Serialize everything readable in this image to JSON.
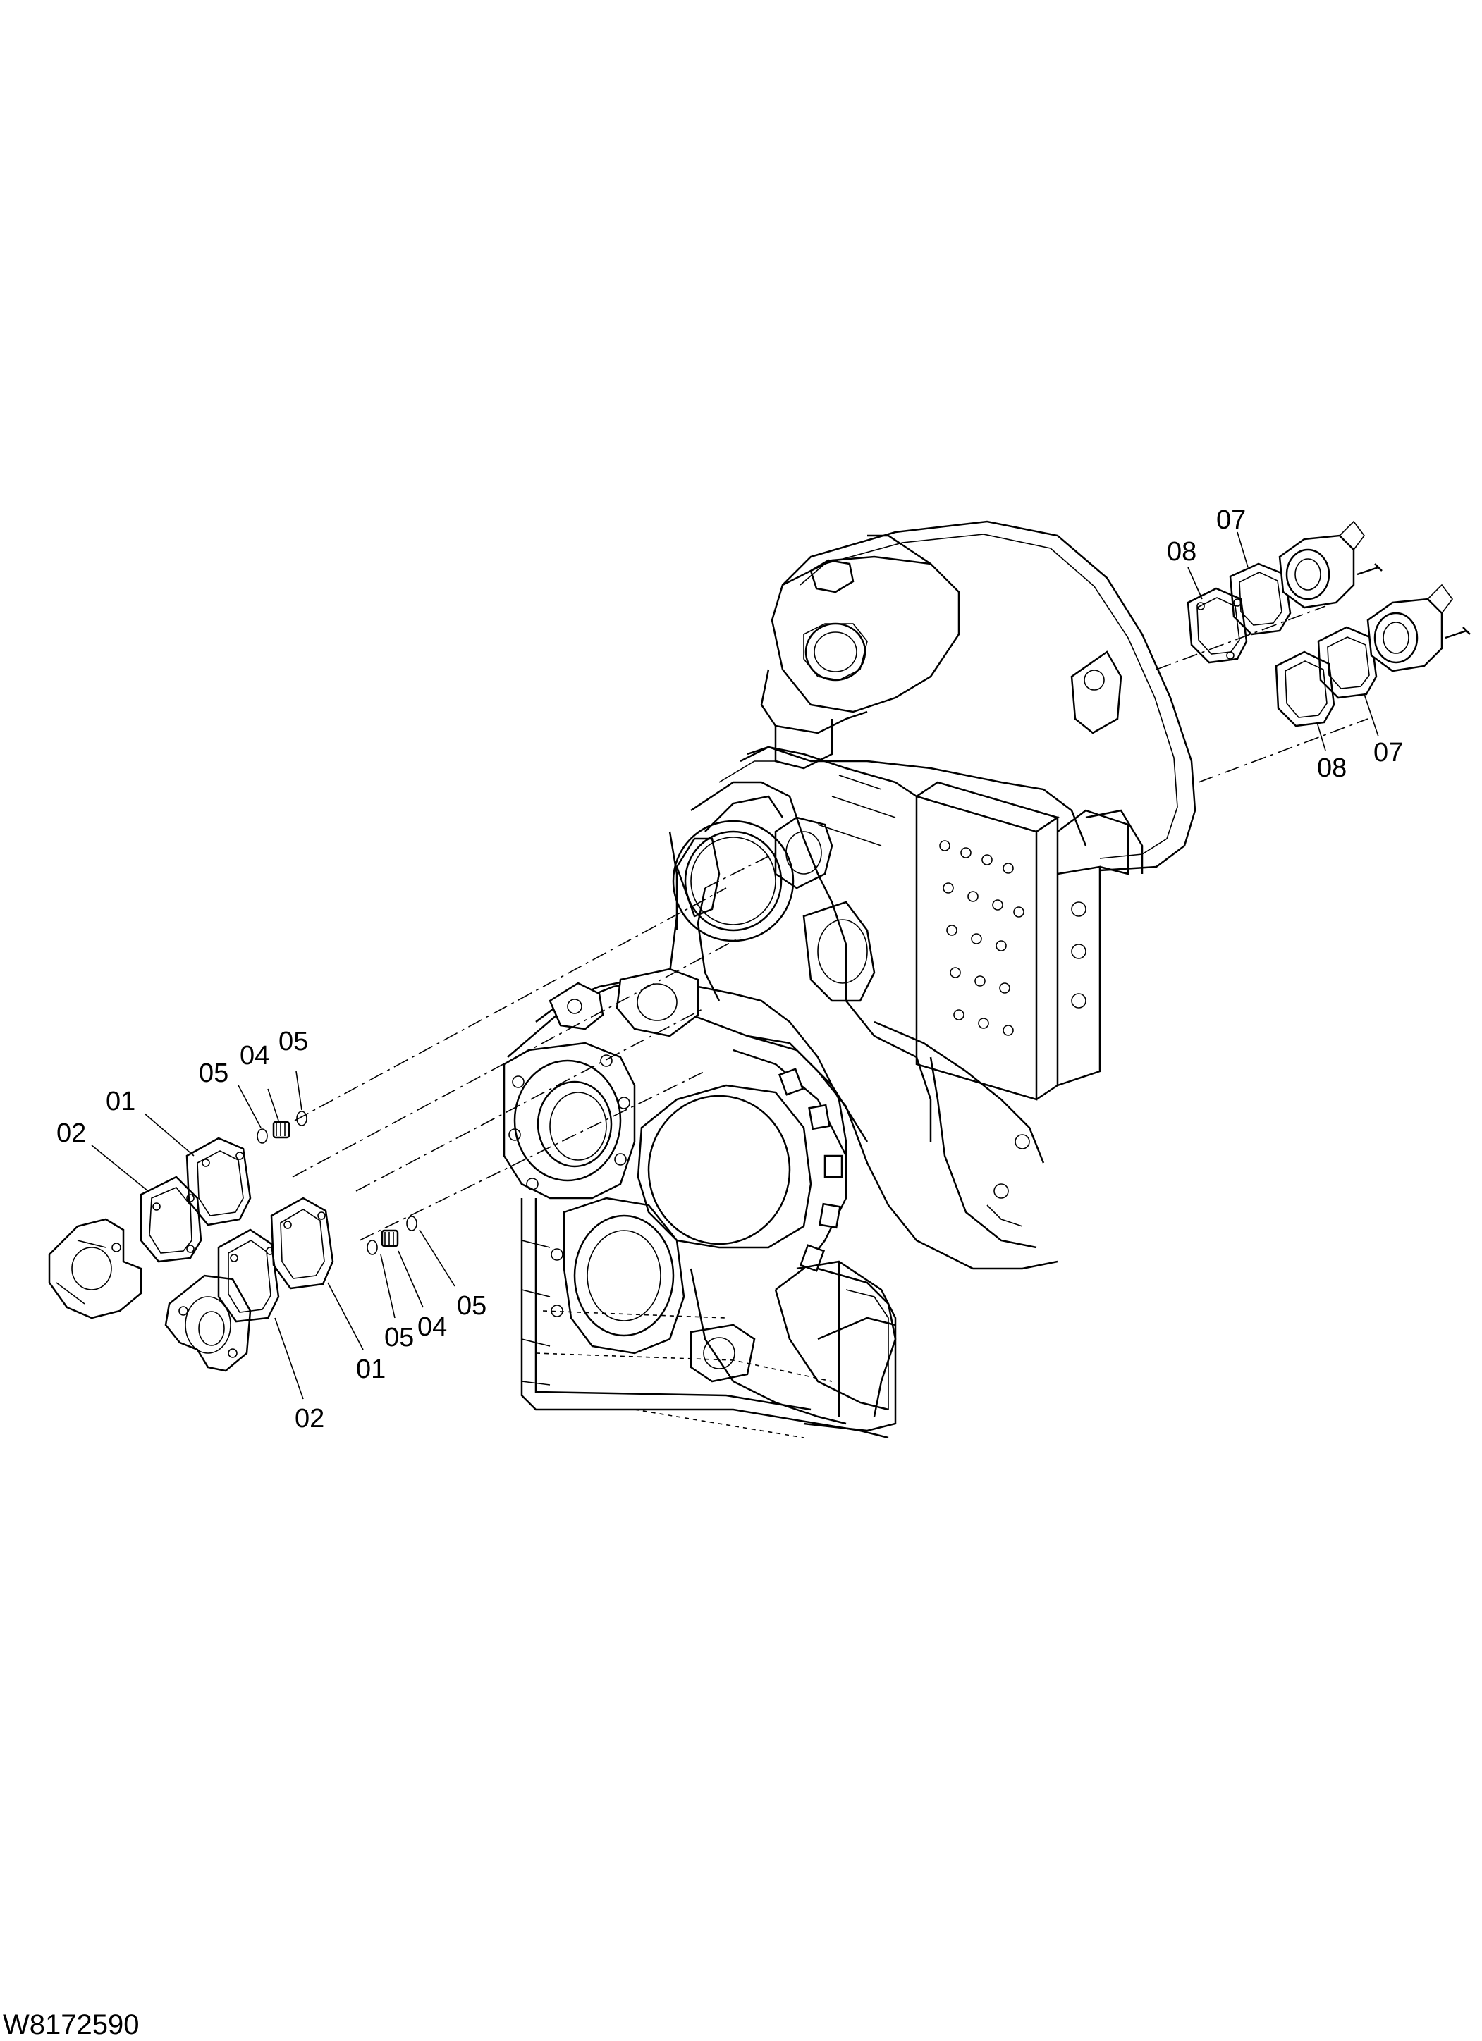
{
  "drawing_code": "W8172590",
  "callouts": {
    "c01_upper": "01",
    "c02_upper": "02",
    "c05_upper_left": "05",
    "c04_upper": "04",
    "c05_upper_right": "05",
    "c05_lower_left": "05",
    "c04_lower": "04",
    "c05_lower_right": "05",
    "c01_lower": "01",
    "c02_lower": "02",
    "c08_upper": "08",
    "c07_upper": "07",
    "c07_lower": "07",
    "c08_lower": "08"
  }
}
